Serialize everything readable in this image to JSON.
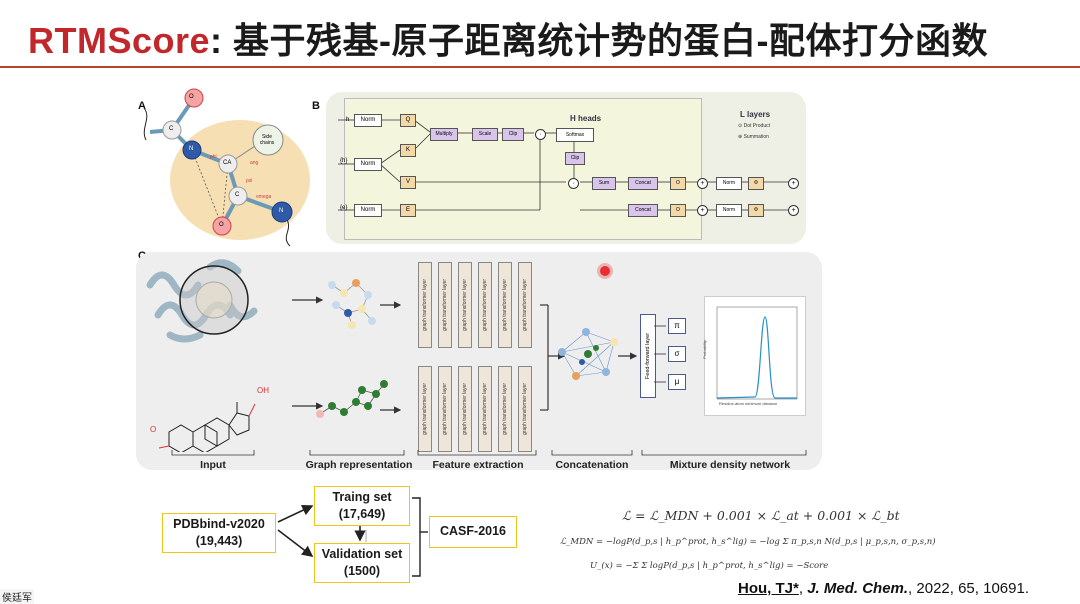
{
  "title": {
    "red": "RTMScore",
    "black": ": 基于残基-原子距离统计势的蛋白-配体打分函数"
  },
  "panels": {
    "a": "A",
    "b": "B",
    "c": "C"
  },
  "panel_a": {
    "atom_o_top": "O",
    "atom_c": "C",
    "atom_n": "N",
    "atom_ca": "CA",
    "atom_c2": "C",
    "atom_o_bottom": "O",
    "atom_n_right": "N",
    "side_chains": "Side chains",
    "phi": "phi",
    "psi": "psi",
    "omega": "omega",
    "angle": "ang"
  },
  "panel_b": {
    "h_heads": "H heads",
    "l_layers": "L layers",
    "dot_product": "Dot Product",
    "summation": "Summation",
    "norm": "Norm",
    "q": "Q",
    "k": "K",
    "v": "V",
    "e": "E",
    "multiply": "Multiply",
    "scale": "Scale",
    "clip": "Clip",
    "softmax": "Softmax",
    "sum": "Sum",
    "concat": "Concat",
    "o": "O",
    "phi": "Φ"
  },
  "panel_c": {
    "gtl_label": "graph transformer layer",
    "ffl_label": "Feed-forward layer",
    "pi": "π",
    "sigma": "σ",
    "mu": "μ",
    "oh": "OH",
    "o": "O",
    "plot_xlabel": "Residue-atom minimum distance",
    "plot_ylabel": "Probability",
    "stages": [
      "Input",
      "Graph representation",
      "Feature extraction",
      "Concatenation",
      "Mixture density network"
    ]
  },
  "flow": {
    "pdbbind": [
      "PDBbind-v2020",
      "(19,443)"
    ],
    "training": [
      "Traing set",
      "(17,649)"
    ],
    "validation": [
      "Validation set",
      "(1500)"
    ],
    "casf": "CASF-2016"
  },
  "formulas": {
    "loss": "ℒ = ℒ_MDN + 0.001 × ℒ_at + 0.001 × ℒ_bt",
    "mdn": "ℒ_MDN = −logP(d_p,s | h_p^prot, h_s^lig) = −log Σ π_p,s,n N(d_p,s | μ_p,s,n, σ_p,s,n)",
    "score": "U_(x) = −Σ Σ logP(d_p,s | h_p^prot, h_s^lig) = −Score"
  },
  "citation": {
    "authors": "Hou, TJ*",
    "journal": "J. Med. Chem.",
    "rest": ", 2022, 65, 10691."
  },
  "watermark": "侯廷军",
  "colors": {
    "title_red": "#c0282c",
    "rule": "#b5452c",
    "box_border": "#f0c419",
    "panel_bg": "#eef0e6"
  }
}
